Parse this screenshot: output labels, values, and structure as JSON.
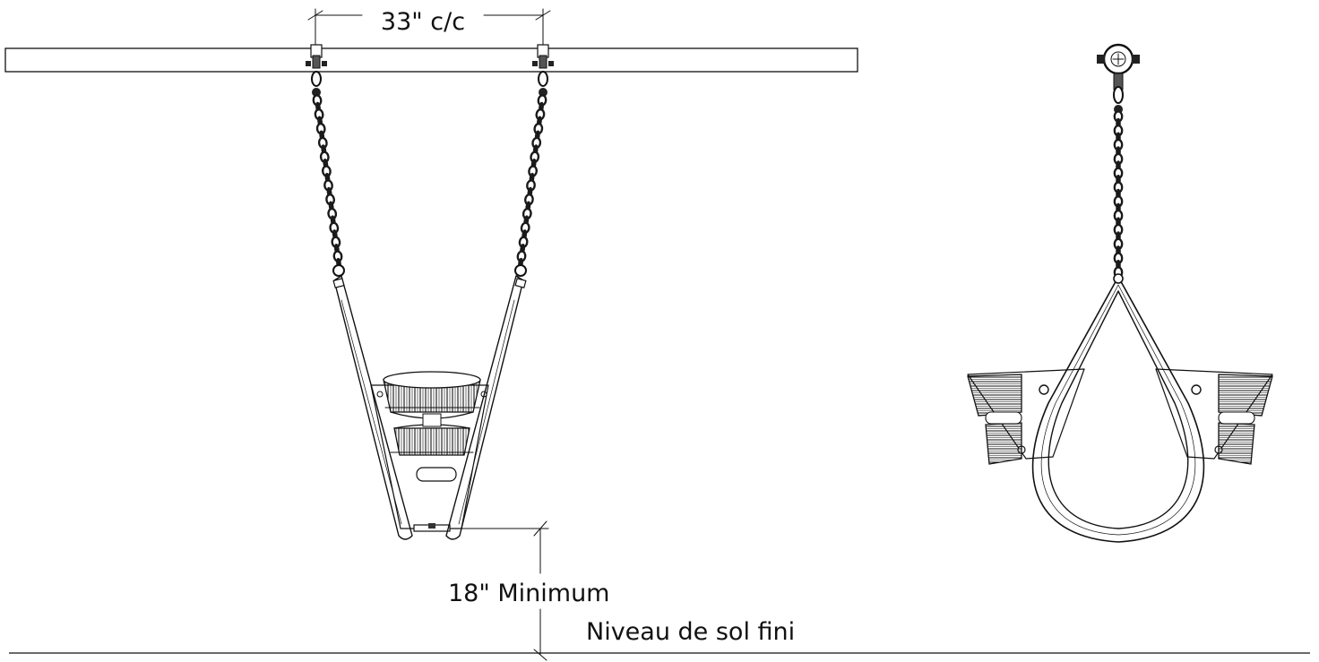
{
  "dimensions": {
    "spacing_label": "33\" c/c",
    "clearance_label": "18\" Minimum"
  },
  "ground": {
    "label": "Niveau de sol fini"
  },
  "colors": {
    "line": "#111111",
    "background": "#ffffff",
    "chain": "#1a1a1a"
  }
}
